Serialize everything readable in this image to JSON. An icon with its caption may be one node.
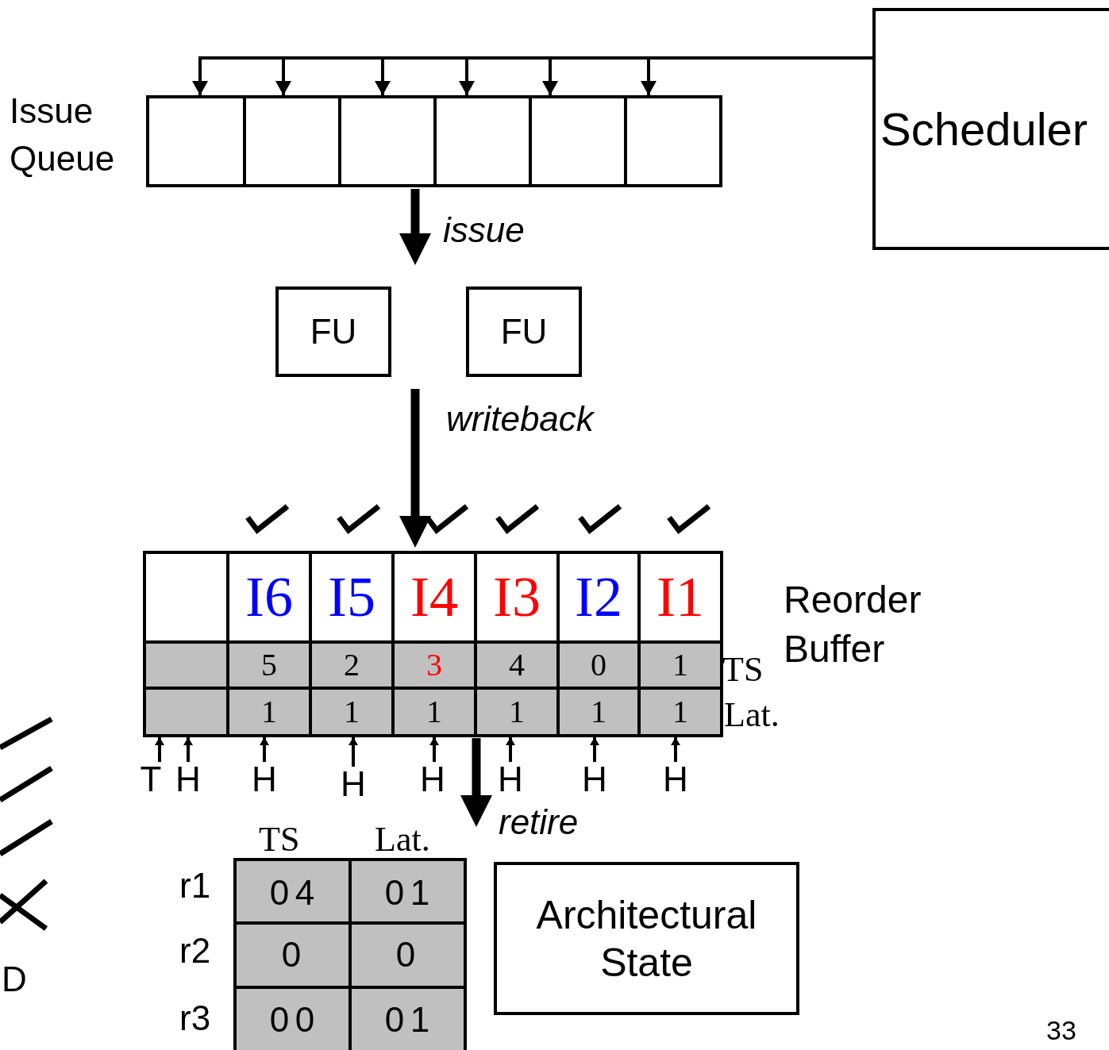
{
  "diagram": {
    "nodes": [
      {
        "text": [
          "Issue Queue"
        ]
      },
      {
        "text": [],
        "shape": "box",
        "in": 0
      },
      {
        "text": [],
        "shape": "box",
        "in": 0
      },
      {
        "text": [],
        "shape": "box",
        "in": 0
      },
      {
        "text": [],
        "shape": "box",
        "in": 0
      },
      {
        "text": [],
        "shape": "box",
        "in": 0
      },
      {
        "text": [],
        "shape": "box",
        "in": 0
      },
      {
        "text": [
          "Scheduler"
        ]
      },
      {
        "text": [
          "FU"
        ]
      },
      {
        "text": [
          "FU"
        ]
      },
      {
        "text": [
          "Reorder Buffer"
        ]
      },
      {
        "text": [],
        "shape": "box",
        "in": 10
      },
      {
        "text": [
          "I6"
        ],
        "in": 10
      },
      {
        "text": [
          "I5"
        ],
        "in": 10
      },
      {
        "text": [
          "I4"
        ],
        "in": 10
      },
      {
        "text": [
          "I3"
        ],
        "in": 10
      },
      {
        "text": [
          "I2"
        ],
        "in": 10
      },
      {
        "text": [
          "I1"
        ],
        "in": 10
      },
      {
        "text": [],
        "shape": "box",
        "in": 10
      },
      {
        "text": [
          "5"
        ],
        "in": 10
      },
      {
        "text": [
          "2"
        ],
        "in": 10
      },
      {
        "text": [
          "3"
        ],
        "in": 10
      },
      {
        "text": [
          "4"
        ],
        "in": 10
      },
      {
        "text": [
          "0"
        ],
        "in": 10
      },
      {
        "text": [
          "1"
        ],
        "in": 10
      },
      {
        "text": [],
        "shape": "box",
        "in": 10
      },
      {
        "text": [
          "1"
        ],
        "in": 10
      },
      {
        "text": [
          "1"
        ],
        "in": 10
      },
      {
        "text": [
          "1"
        ],
        "in": 10
      },
      {
        "text": [
          "1"
        ],
        "in": 10
      },
      {
        "text": [
          "1"
        ],
        "in": 10
      },
      {
        "text": [
          "1"
        ],
        "in": 10
      },
      {
        "text": [
          "T"
        ]
      },
      {
        "text": [
          "H"
        ]
      },
      {
        "text": [
          "H"
        ]
      },
      {
        "text": [
          "H"
        ]
      },
      {
        "text": [
          "H"
        ]
      },
      {
        "text": [
          "H"
        ]
      },
      {
        "text": [
          "H"
        ]
      },
      {
        "text": [
          "H"
        ]
      },
      {
        "text": [
          "Architectural State"
        ]
      }
    ],
    "edges": [
      {
        "from": 7,
        "to": 1,
        "arrow": "to"
      },
      {
        "from": 7,
        "to": 2,
        "arrow": "to"
      },
      {
        "from": 7,
        "to": 3,
        "arrow": "to"
      },
      {
        "from": 7,
        "to": 4,
        "arrow": "to"
      },
      {
        "from": 7,
        "to": 5,
        "arrow": "to"
      },
      {
        "from": 7,
        "to": 6,
        "arrow": "to"
      },
      {
        "from": 0,
        "to": null,
        "arrow": "to",
        "label": "issue",
        "style": "thick"
      },
      {
        "from": null,
        "to": 10,
        "arrow": "to",
        "label": "writeback",
        "style": "thick"
      },
      {
        "from": 10,
        "to": null,
        "arrow": "to",
        "label": "retire",
        "style": "thick"
      },
      {
        "from": 32,
        "to": 25,
        "arrow": "to"
      },
      {
        "from": 33,
        "to": 25,
        "arrow": "to"
      },
      {
        "from": 34,
        "to": 26,
        "arrow": "to"
      },
      {
        "from": 35,
        "to": 27,
        "arrow": "to"
      },
      {
        "from": 36,
        "to": 28,
        "arrow": "to"
      },
      {
        "from": 37,
        "to": 29,
        "arrow": "to"
      },
      {
        "from": 38,
        "to": 30,
        "arrow": "to"
      },
      {
        "from": 39,
        "to": 31,
        "arrow": "to"
      }
    ],
    "labels": [
      "TS",
      "Lat.",
      "TS",
      "Lat.",
      "r1",
      "0",
      "4",
      "0",
      "1",
      "r2",
      "0",
      "0",
      "r3",
      "0",
      "0",
      "0",
      "1",
      "D",
      "33"
    ]
  }
}
